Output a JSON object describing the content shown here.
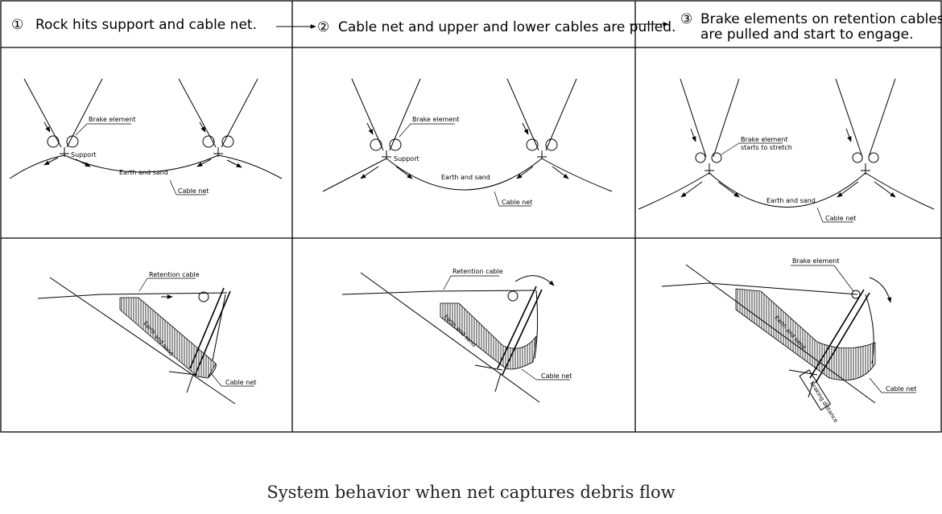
{
  "steps": [
    {
      "number": "①",
      "text": "Rock hits support and cable net."
    },
    {
      "number": "②",
      "text": "Cable net and upper and lower cables are pulled."
    },
    {
      "number": "③",
      "line1": "Brake elements on retention cables",
      "line2": "are pulled and start to engage."
    }
  ],
  "panel1_top": {
    "brake": "Brake element",
    "support": "Support",
    "earth": "Earth and sand",
    "net": "Cable net"
  },
  "panel2_top": {
    "brake": "Brake element",
    "support": "Support",
    "earth": "Earth and sand",
    "net": "Cable net"
  },
  "panel3_top": {
    "brake1": "Brake element",
    "brake2": "starts to stretch",
    "earth": "Earth and sand",
    "net": "Cable net"
  },
  "panel1_bottom": {
    "retention": "Retention cable",
    "earth": "Earth and sand",
    "net": "Cable net"
  },
  "panel2_bottom": {
    "retention": "Retention cable",
    "earth": "Earth and sand",
    "net": "Cable net"
  },
  "panel3_bottom": {
    "brake": "Brake element",
    "earth": "Earth and sand",
    "net": "Cable net",
    "braking": "Braking distance"
  },
  "caption": "System behavior when net captures debris flow"
}
